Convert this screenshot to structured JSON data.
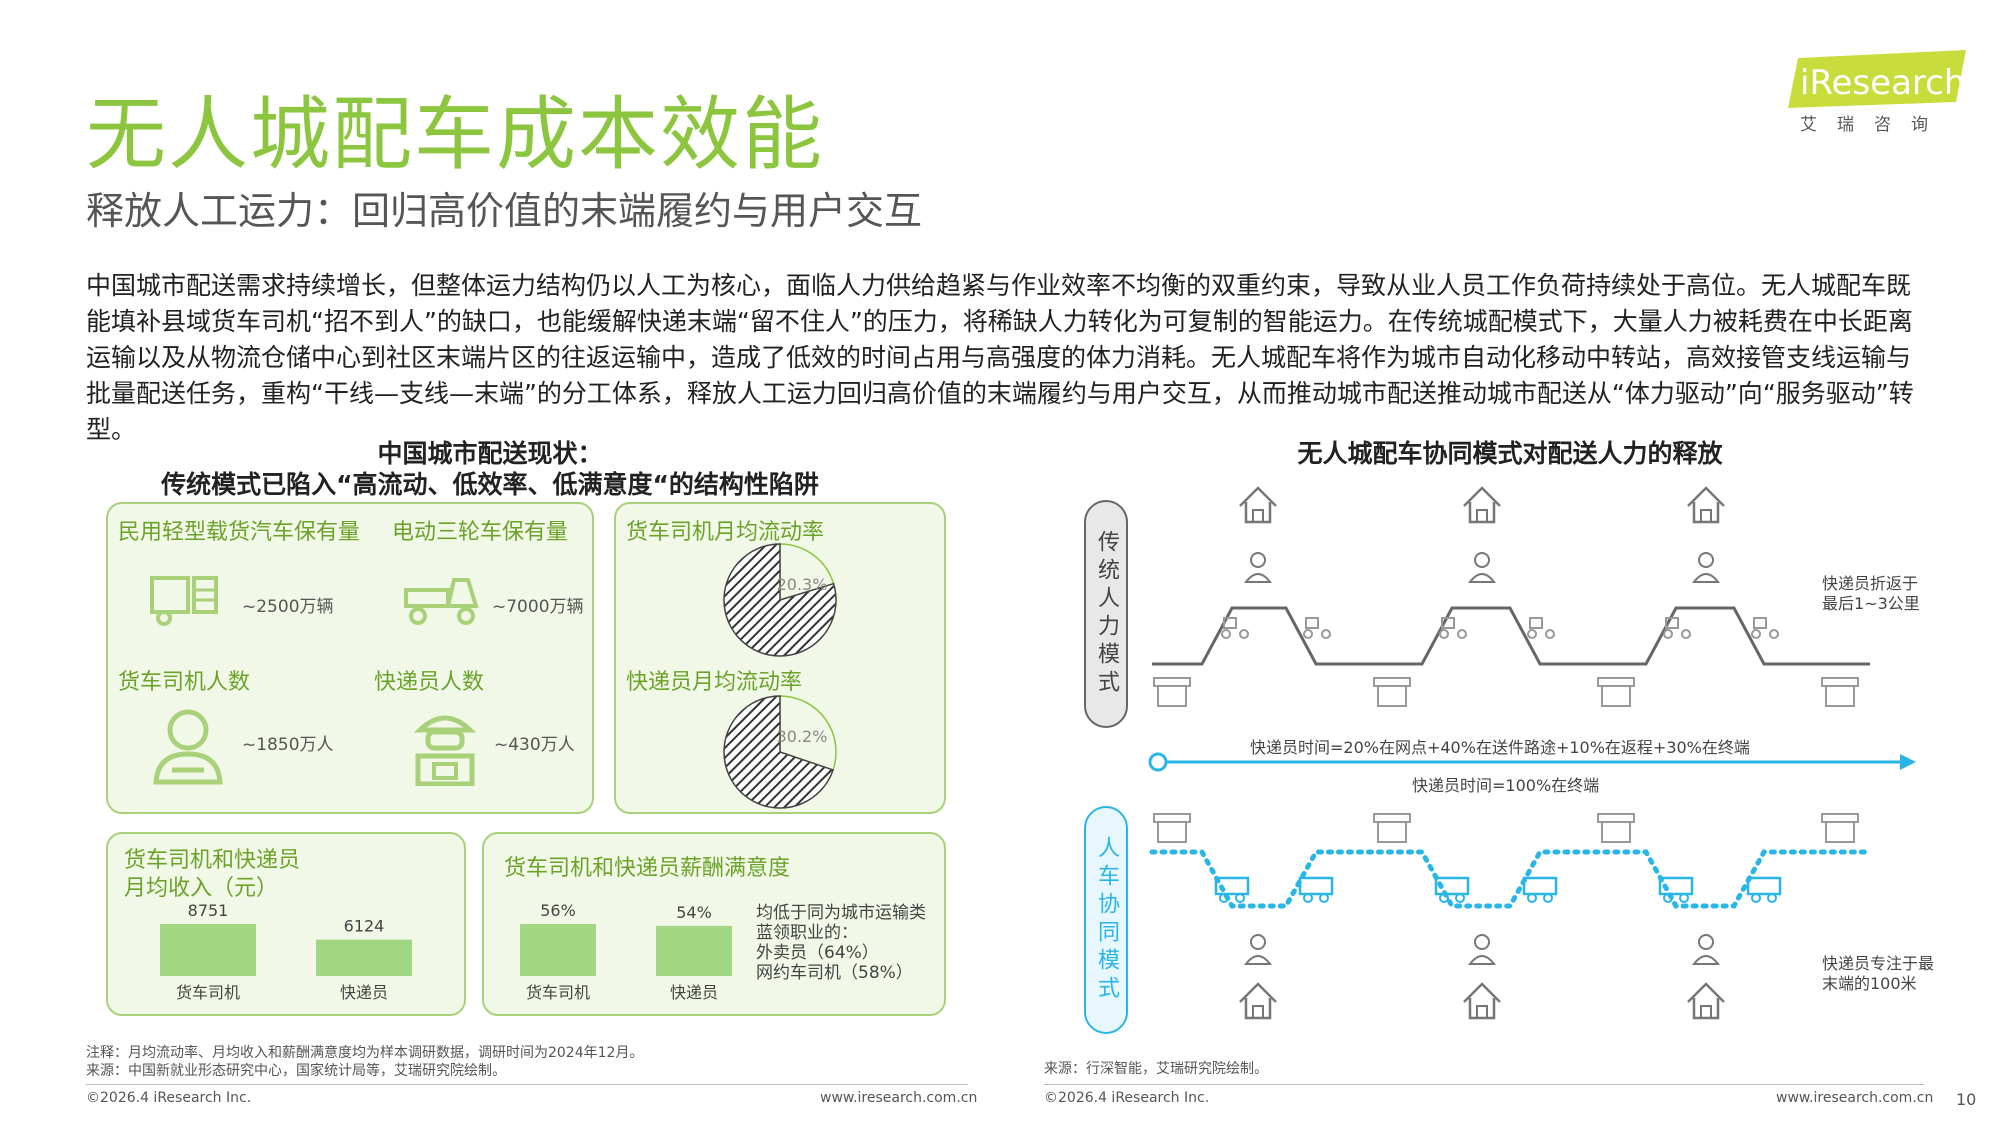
{
  "header": {
    "title": "无人城配车成本效能",
    "subtitle": "释放人工运力：回归高价值的末端履约与用户交互",
    "logo_text": "iResearch",
    "logo_sub": "艾瑞咨询"
  },
  "body": "中国城市配送需求持续增长，但整体运力结构仍以人工为核心，面临人力供给趋紧与作业效率不均衡的双重约束，导致从业人员工作负荷持续处于高位。无人城配车既能填补县域货车司机“招不到人”的缺口，也能缓解快递末端“留不住人”的压力，将稀缺人力转化为可复制的智能运力。在传统城配模式下，大量人力被耗费在中长距离运输以及从物流仓储中心到社区末端片区的往返运输中，造成了低效的时间占用与高强度的体力消耗。无人城配车将作为城市自动化移动中转站，高效接管支线运输与批量配送任务，重构“干线—支线—末端”的分工体系，释放人工运力回归高价值的末端履约与用户交互，从而推动城市配送推动城市配送从“体力驱动”向“服务驱动”转型。",
  "left": {
    "heading1": "中国城市配送现状：",
    "heading2": "传统模式已陷入“高流动、低效率、低满意度“的结构性陷阱",
    "stock": [
      {
        "label": "民用轻型载货汽车保有量",
        "value": "~2500万辆",
        "icon": "truck-icon"
      },
      {
        "label": "电动三轮车保有量",
        "value": "~7000万辆",
        "icon": "tricycle-icon"
      },
      {
        "label": "货车司机人数",
        "value": "~1850万人",
        "icon": "driver-icon"
      },
      {
        "label": "快递员人数",
        "value": "~430万人",
        "icon": "courier-icon"
      }
    ],
    "turnover": [
      {
        "label": "货车司机月均流动率",
        "value_text": "20.3%"
      },
      {
        "label": "快递员月均流动率",
        "value_text": "30.2%"
      }
    ],
    "income_title1": "货车司机和快递员",
    "income_title2": "月均收入（元）",
    "satisfaction_title": "货车司机和快递员薪酬满意度",
    "satisfaction_note1": "均低于同为城市运输类",
    "satisfaction_note2": "蓝领职业的：",
    "satisfaction_note3": "外卖员（64%）",
    "satisfaction_note4": "网约车司机（58%）",
    "note1": "注释：月均流动率、月均收入和薪酬满意度均为样本调研数据，调研时间为2024年12月。",
    "note2": "来源：中国新就业形态研究中心，国家统计局等，艾瑞研究院绘制。"
  },
  "chart_data": [
    {
      "type": "pie",
      "title": "货车司机月均流动率",
      "slices": [
        {
          "label": "20.3%",
          "value": 20.3
        },
        {
          "label": "",
          "value": 79.7
        }
      ]
    },
    {
      "type": "pie",
      "title": "快递员月均流动率",
      "slices": [
        {
          "label": "30.2%",
          "value": 30.2
        },
        {
          "label": "",
          "value": 69.8
        }
      ]
    },
    {
      "type": "bar",
      "title": "货车司机和快递员月均收入（元）",
      "categories": [
        "货车司机",
        "快递员"
      ],
      "values": [
        8751,
        6124
      ],
      "value_labels": [
        "8751",
        "6124"
      ]
    },
    {
      "type": "bar",
      "title": "货车司机和快递员薪酬满意度",
      "categories": [
        "货车司机",
        "快递员"
      ],
      "values": [
        56,
        54
      ],
      "value_labels": [
        "56%",
        "54%"
      ]
    }
  ],
  "right": {
    "heading": "无人城配车协同模式对配送人力的释放",
    "mode1": "传统人力模式",
    "mode2": "人车协同模式",
    "note_top1": "快递员折返于",
    "note_top2": "最后1~3公里",
    "note_bottom1": "快递员专注于最",
    "note_bottom2": "末端的100米",
    "time1": "快递员时间=20%在网点+40%在送件路途+10%在返程+30%在终端",
    "time2": "快递员时间=100%在终端",
    "source": "来源：行深智能，艾瑞研究院绘制。"
  },
  "footer": {
    "copyright_left": "©2026.4 iResearch Inc.",
    "url_left": "www.iresearch.com.cn",
    "copyright_right": "©2026.4 iResearch Inc.",
    "url_right": "www.iresearch.com.cn",
    "page": "10"
  },
  "colors": {
    "green": "#8cc63f",
    "light_green": "#a9d17a",
    "cyan": "#29b6e6",
    "gray": "#666666"
  }
}
